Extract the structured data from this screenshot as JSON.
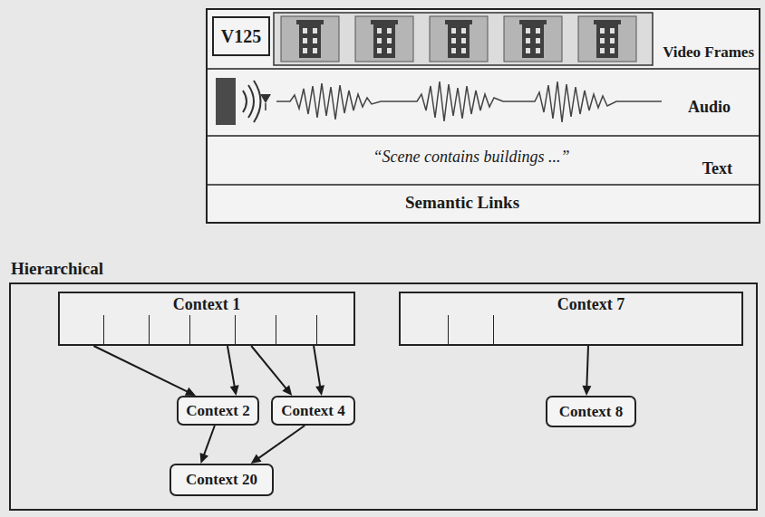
{
  "diagram": {
    "nodes": [
      {
        "text": [
          "V125"
        ]
      },
      {
        "text": [
          "Video Frames"
        ]
      },
      {
        "text": [
          "Audio"
        ]
      },
      {
        "text": [
          "“Scene contains buildings ...”",
          "Text"
        ]
      },
      {
        "text": [
          "Semantic Links"
        ]
      },
      {
        "text": [
          "Hierarchical"
        ]
      },
      {
        "text": [
          "Context 1"
        ],
        "in": 5
      },
      {
        "text": [
          "Context 7"
        ],
        "in": 5
      },
      {
        "text": [
          "Context 2"
        ],
        "in": 5
      },
      {
        "text": [
          "Context 4"
        ],
        "in": 5
      },
      {
        "text": [
          "Context 8"
        ],
        "in": 5
      },
      {
        "text": [
          "Context 20"
        ],
        "in": 5
      }
    ],
    "edges": [
      {
        "from": 6,
        "to": 8,
        "arrow": "to"
      },
      {
        "from": 6,
        "to": 8,
        "arrow": "to"
      },
      {
        "from": 6,
        "to": 9,
        "arrow": "to"
      },
      {
        "from": 6,
        "to": 9,
        "arrow": "to"
      },
      {
        "from": 7,
        "to": 10,
        "arrow": "to"
      },
      {
        "from": 8,
        "to": 11,
        "arrow": "to"
      },
      {
        "from": 9,
        "to": 11,
        "arrow": "to"
      }
    ]
  }
}
